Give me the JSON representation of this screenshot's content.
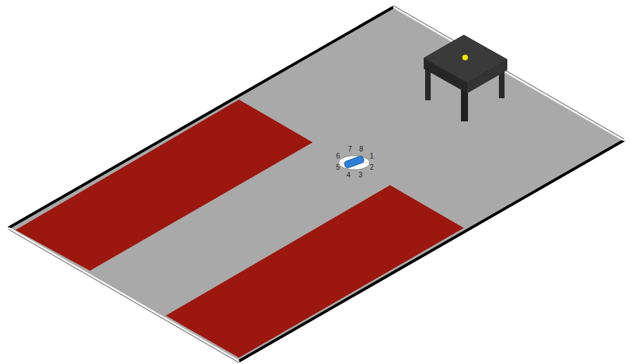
{
  "diagram": {
    "labels": [
      "7",
      "8",
      "6",
      "1",
      "5",
      "2",
      "4",
      "3"
    ]
  }
}
